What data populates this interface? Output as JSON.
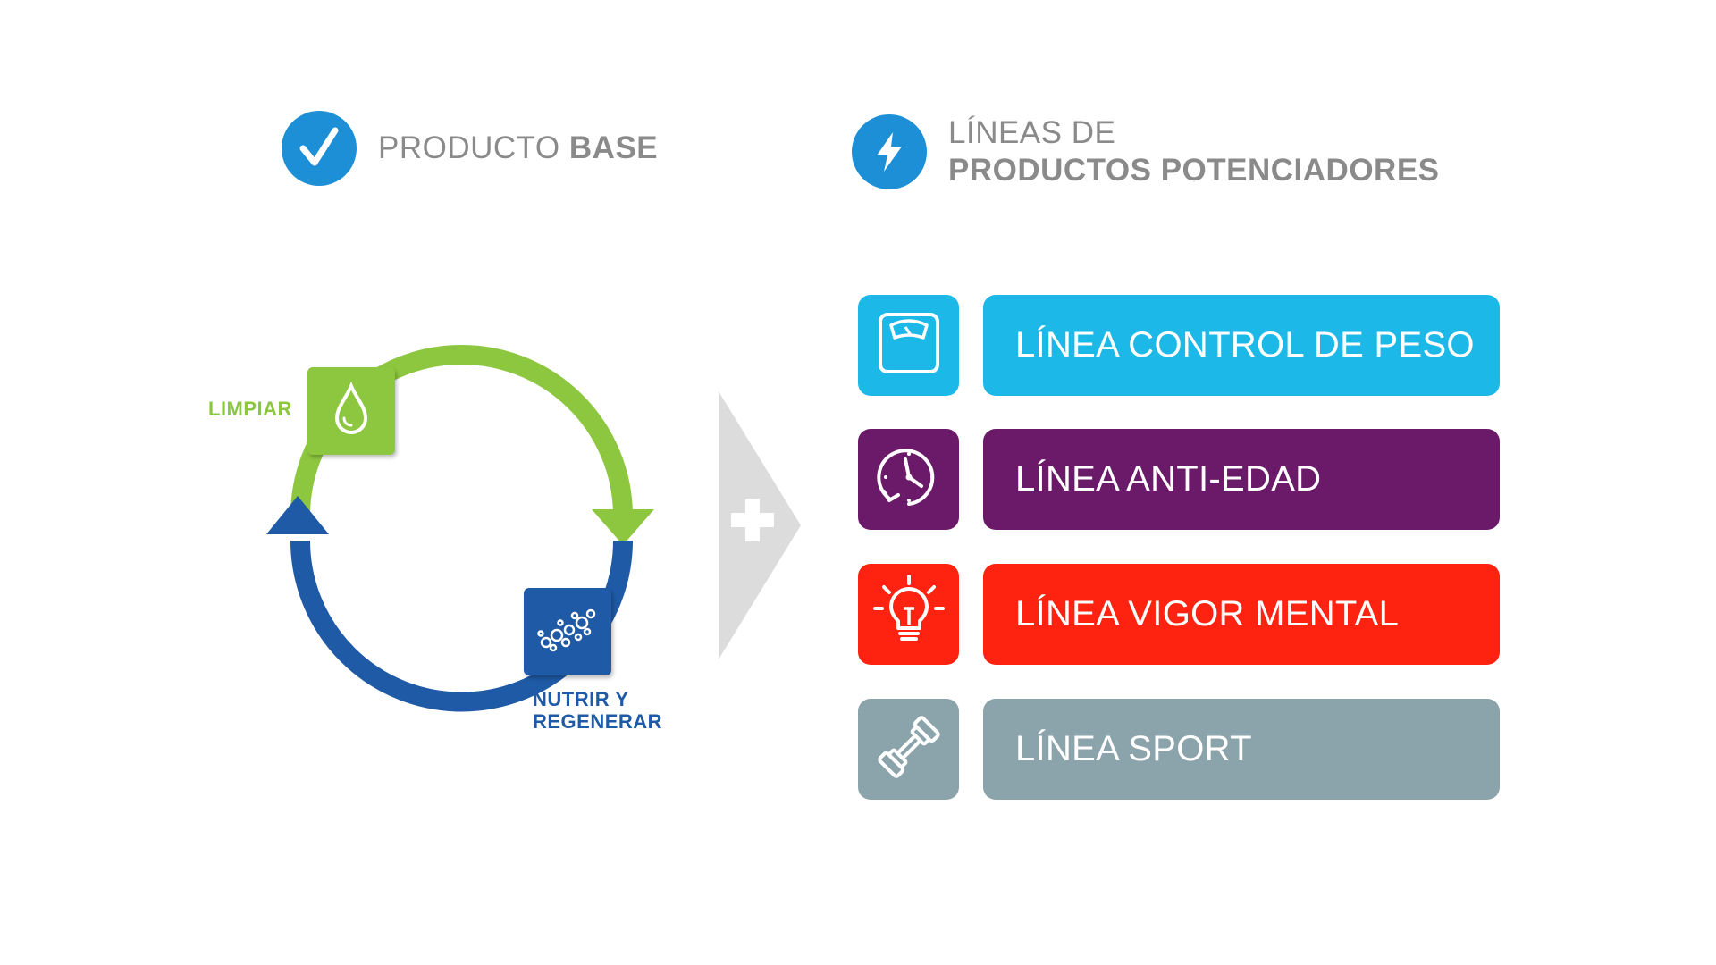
{
  "header_left": {
    "text_light": "PRODUCTO",
    "text_bold": "BASE",
    "icon": "checkmark-icon"
  },
  "header_right": {
    "line1": "LÍNEAS DE",
    "line2": "PRODUCTOS POTENCIADORES",
    "icon": "lightning-bolt-icon"
  },
  "cycle": {
    "step1": {
      "label": "LIMPIAR",
      "icon": "water-drop-icon",
      "color": "#8dc63f"
    },
    "step2": {
      "label_line1": "NUTRIR Y",
      "label_line2": "REGENERAR",
      "icon": "cells-icon",
      "color": "#1f5aa6"
    }
  },
  "connector": {
    "icon": "plus-icon"
  },
  "lines": [
    {
      "label": "LÍNEA CONTROL DE PESO",
      "icon": "scale-icon",
      "color": "#1bb8e8"
    },
    {
      "label": "LÍNEA ANTI-EDAD",
      "icon": "clock-icon",
      "color": "#6b1a69"
    },
    {
      "label": "LÍNEA VIGOR MENTAL",
      "icon": "lightbulb-icon",
      "color": "#fd2310"
    },
    {
      "label": "LÍNEA SPORT",
      "icon": "dumbbell-icon",
      "color": "#8ba3ab"
    }
  ]
}
